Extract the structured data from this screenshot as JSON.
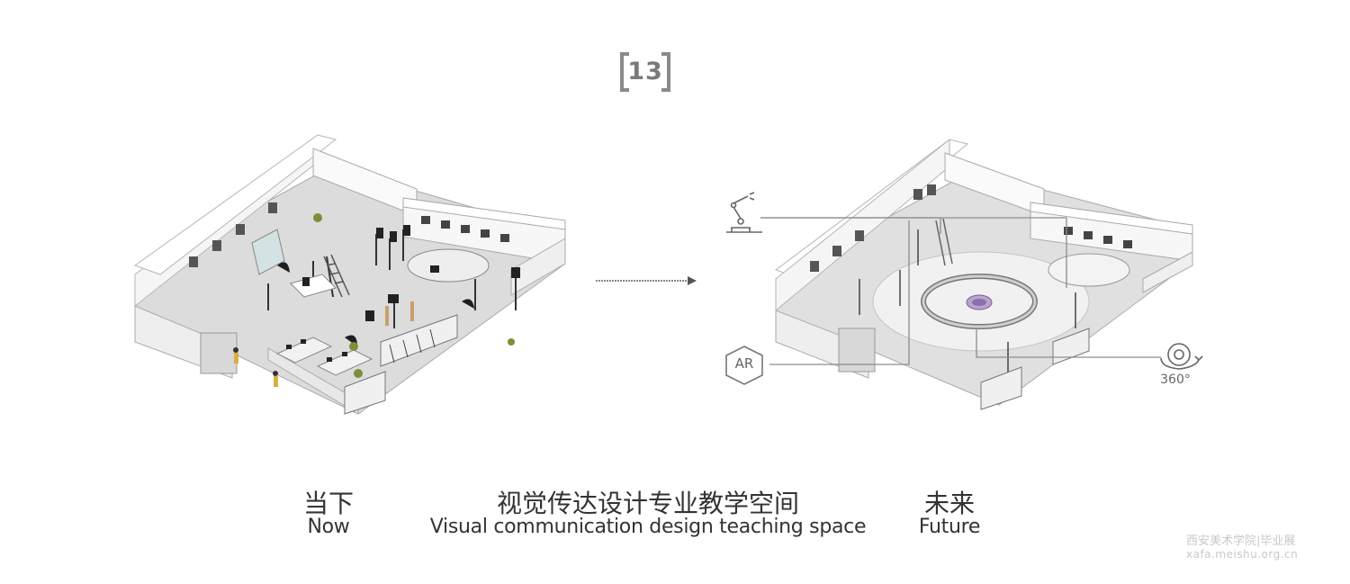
{
  "badge": {
    "number": "13"
  },
  "captions": {
    "now_cn": "当下",
    "now_en": "Now",
    "title_cn": "视觉传达设计专业教学空间",
    "title_en": "Visual communication design teaching space",
    "future_cn": "未来",
    "future_en": "Future"
  },
  "future_icons": {
    "ar_label": "AR",
    "view_label": "360°",
    "robot_icon": "robot-arm-icon",
    "camera_icon": "360-camera-icon"
  },
  "watermark": {
    "line1": "西安美术学院|毕业展",
    "line2": "xafa.meishu.org.cn"
  },
  "colors": {
    "wall": "#f4f4f4",
    "floor": "#dadada",
    "line": "#9a9a9a",
    "accent_dark": "#222222",
    "accent_wood": "#c8a06a",
    "badge": "#7a7a7a"
  }
}
